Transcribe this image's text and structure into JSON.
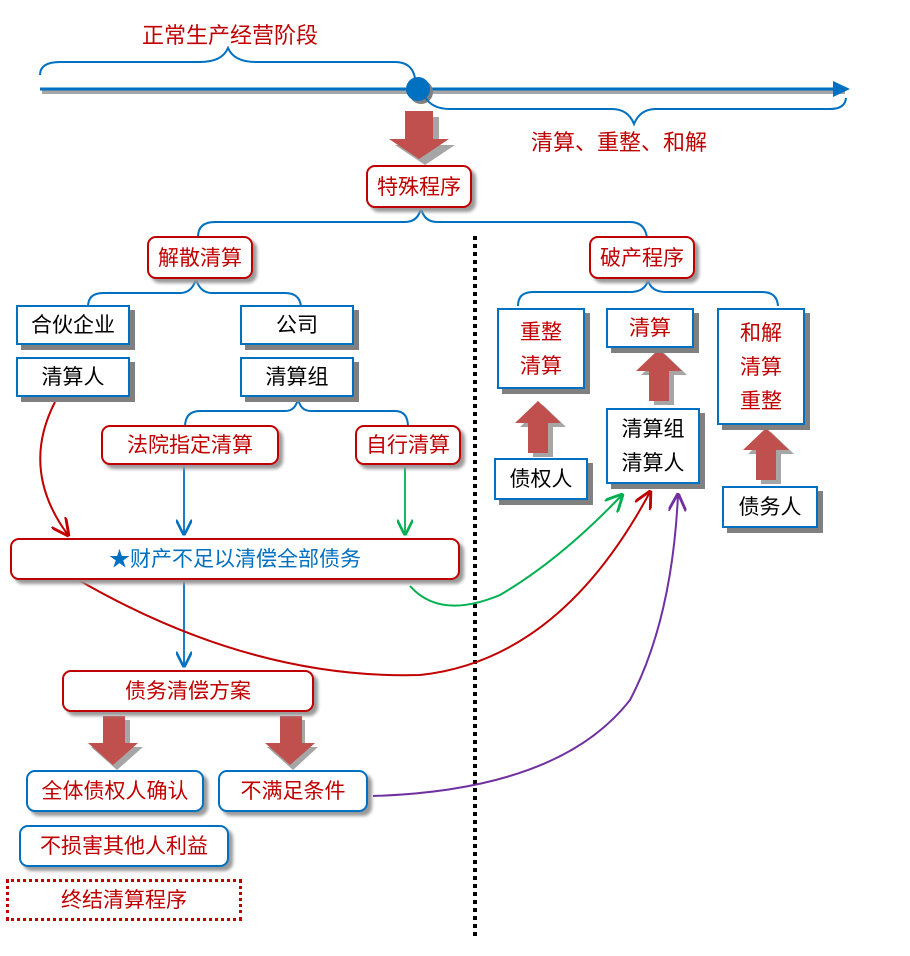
{
  "timeline": {
    "left_label": "正常生产经营阶段",
    "right_label": "清算、重整、和解"
  },
  "nodes": {
    "special_procedure": "特殊程序",
    "dissolution_liquidation": "解散清算",
    "bankruptcy_procedure": "破产程序",
    "partnership": "合伙企业",
    "company": "公司",
    "liquidator": "清算人",
    "liquidation_group": "清算组",
    "court_designated": "法院指定清算",
    "self_liquidation": "自行清算",
    "insufficient_assets": "★财产不足以清偿全部债务",
    "debt_plan": "债务清偿方案",
    "all_creditors_confirm": "全体债权人确认",
    "not_satisfied": "不满足条件",
    "no_harm_others": "不损害其他人利益",
    "terminate_liquidation": "终结清算程序",
    "reorg_liquidation": [
      "重整",
      "清算"
    ],
    "liquidation": "清算",
    "settle_liq_reorg": [
      "和解",
      "清算",
      "重整"
    ],
    "group_liquidator": [
      "清算组",
      "清算人"
    ],
    "creditor": "债权人",
    "debtor": "债务人"
  },
  "colors": {
    "red": "#c00000",
    "blue": "#0070c0",
    "green": "#00b050",
    "purple": "#7030a0",
    "block_arrow": "#c0504d"
  }
}
